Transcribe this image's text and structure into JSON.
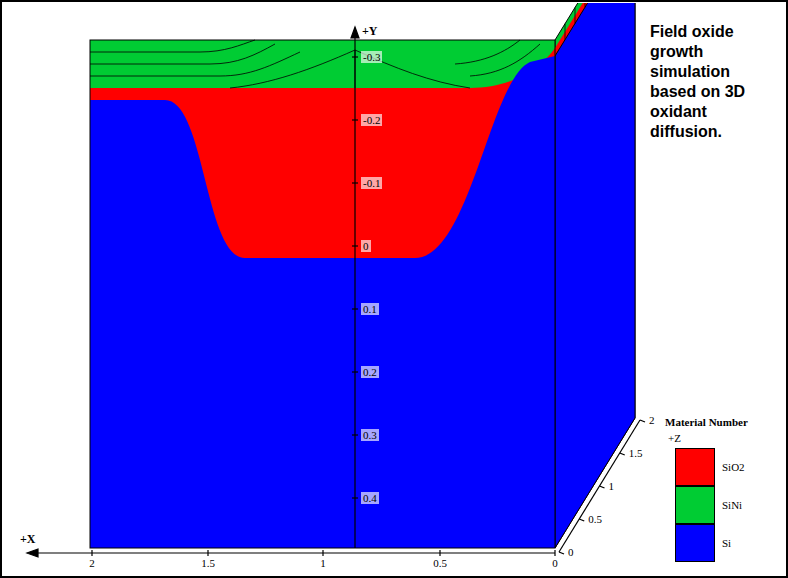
{
  "diagram": {
    "title": "Field oxide growth simulation based on 3D oxidant diffusion.",
    "labels": [
      "+Y",
      "-0.3",
      "-0.2",
      "-0.1",
      "0",
      "0.1",
      "0.2",
      "0.3",
      "0.4",
      "+X",
      "2",
      "1.5",
      "1",
      "0.5",
      "0",
      "0",
      "0.5",
      "1",
      "1.5",
      "2",
      "Material Number",
      "+Z"
    ],
    "legend": [
      {
        "text": "SiO2",
        "color": "#ff0000"
      },
      {
        "text": "SiNi",
        "color": "#00cc33"
      },
      {
        "text": "Si",
        "color": "#0000ff"
      }
    ]
  }
}
